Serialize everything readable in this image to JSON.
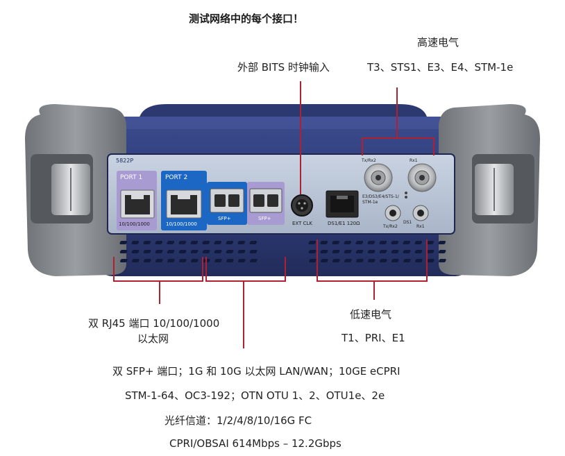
{
  "title": "测试网络中的每个接口！",
  "model": "5822P",
  "labels": {
    "bits_clock": "外部 BITS 时钟输入",
    "high_speed_title": "高速电气",
    "high_speed_types": "T3、STS1、E3、E4、STM-1e",
    "rj45_line1": "双 RJ45 端口 10/100/1000",
    "rj45_line2": "以太网",
    "low_speed_title": "低速电气",
    "low_speed_types": "T1、PRI、E1",
    "sfp_line1": "双 SFP+ 端口；1G 和 10G 以太网 LAN/WAN；10GE eCPRI",
    "sfp_line2": "STM-1-64、OC3-192；OTN OTU 1、2、OTU1e、2e",
    "sfp_line3": "光纤信道：1/2/4/8/10/16G FC",
    "sfp_line4": "CPRI/OBSAI 614Mbps – 12.2Gbps"
  },
  "panel": {
    "port1": "PORT 1",
    "port2": "PORT 2",
    "port1_speed": "10/100/1000",
    "port2_speed": "10/100/1000",
    "sfp1": "SFP+",
    "sfp2": "SFP+",
    "ext_clk": "EXT CLK",
    "ds1_e1": "DS1/E1 120Ω",
    "tx_rx2_top": "Tx/Rx2",
    "rx1_top": "Rx1",
    "e3_label": "E3/DS3/E4/STS-1/\nSTM-1e",
    "tx_rx2_bottom": "Tx/Rx2",
    "ds1": "DS1",
    "rx1_bottom": "Rx1"
  }
}
